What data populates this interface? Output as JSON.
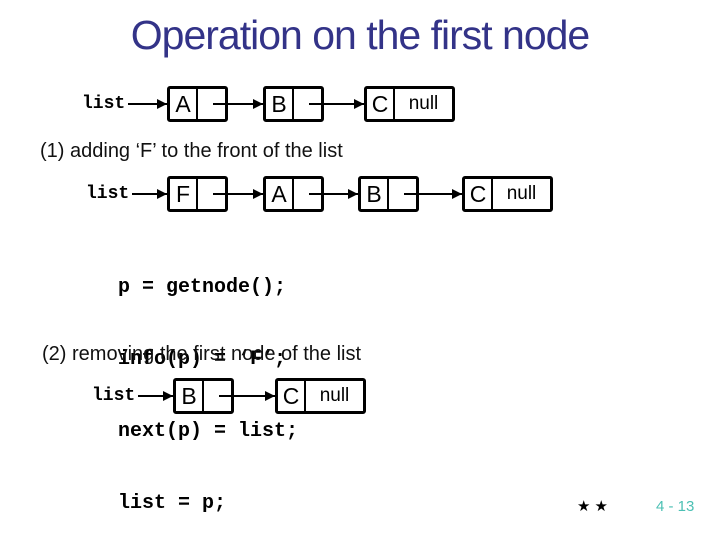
{
  "title": "Operation on the first node",
  "colors": {
    "title": "#333388",
    "page_number": "#4cc0b4"
  },
  "sections": [
    {
      "heading": "(1) adding ‘F’ to the front of the list"
    },
    {
      "heading": "(2) removing the first node of the list"
    }
  ],
  "code_lines": [
    "p = getnode();",
    "info(p) = ‘F’;",
    "next(p) = list;",
    "list = p;"
  ],
  "diagrams": [
    {
      "pointer_label": "list",
      "nodes": [
        {
          "data": "A",
          "next": ""
        },
        {
          "data": "B",
          "next": ""
        },
        {
          "data": "C",
          "next": "null"
        }
      ]
    },
    {
      "pointer_label": "list",
      "nodes": [
        {
          "data": "F",
          "next": ""
        },
        {
          "data": "A",
          "next": ""
        },
        {
          "data": "B",
          "next": ""
        },
        {
          "data": "C",
          "next": "null"
        }
      ]
    },
    {
      "pointer_label": "list",
      "nodes": [
        {
          "data": "B",
          "next": ""
        },
        {
          "data": "C",
          "next": "null"
        }
      ]
    }
  ],
  "footer": {
    "stars": "★★",
    "page": "4 - 13"
  }
}
